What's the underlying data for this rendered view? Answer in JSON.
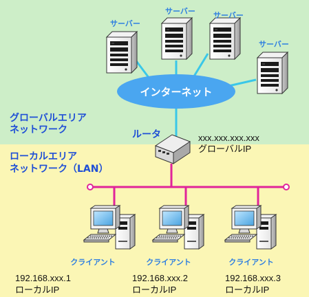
{
  "colors": {
    "global_zone": "#cdeec8",
    "local_zone": "#fbf6b5",
    "link_line": "#3ac7e8",
    "lan_line": "#e0249a",
    "cloud": "#4aa6f0",
    "label_blue": "#1f4fd6",
    "device_label": "#2f7fe0"
  },
  "internet": {
    "label": "インターネット"
  },
  "servers": [
    {
      "label": "サーバー"
    },
    {
      "label": "サーバー"
    },
    {
      "label": "サーバー"
    },
    {
      "label": "サーバー"
    }
  ],
  "zones": {
    "global": {
      "line1": "グローバルエリア",
      "line2": "ネットワーク"
    },
    "local": {
      "line1": "ローカルエリア",
      "line2": "ネットワーク（LAN）"
    }
  },
  "router": {
    "label": "ルータ",
    "ip": "xxx.xxx.xxx.xxx",
    "ip_type": "グローバルIP"
  },
  "clients": [
    {
      "label": "クライアント",
      "ip": "192.168.xxx.1",
      "ip_type": "ローカルIP"
    },
    {
      "label": "クライアント",
      "ip": "192.168.xxx.2",
      "ip_type": "ローカルIP"
    },
    {
      "label": "クライアント",
      "ip": "192.168.xxx.3",
      "ip_type": "ローカルIP"
    }
  ]
}
